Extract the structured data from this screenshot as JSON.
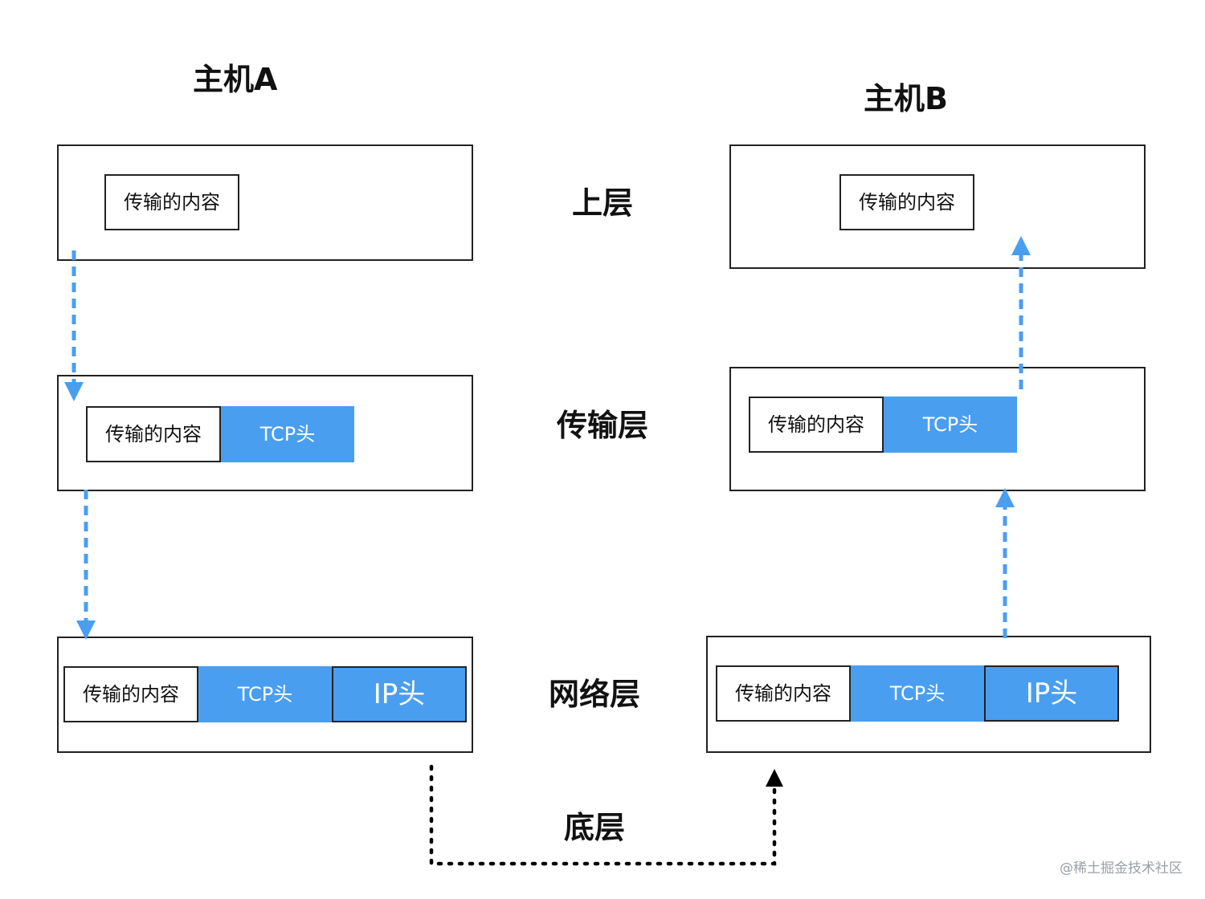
{
  "hosts": {
    "a": {
      "title": "主机A"
    },
    "b": {
      "title": "主机B"
    }
  },
  "layers": {
    "upper": "上层",
    "transport": "传输层",
    "network": "网络层",
    "bottom": "底层"
  },
  "segments": {
    "content": "传输的内容",
    "tcp": "TCP头",
    "ip": "IP头"
  },
  "colors": {
    "header_fill": "#4a9ef0",
    "arrow_blue": "#4a9ef0",
    "arrow_black": "#000000"
  },
  "watermark": "@稀土掘金技术社区"
}
